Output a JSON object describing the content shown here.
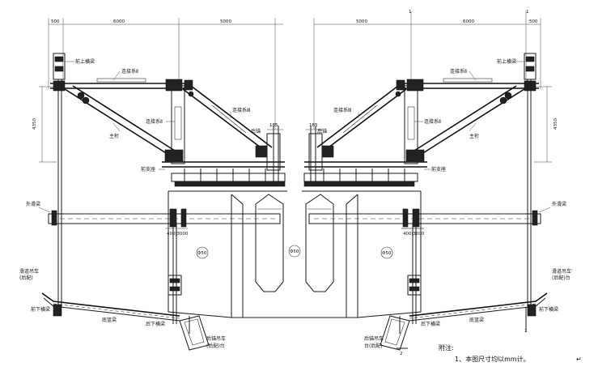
{
  "dimensions": {
    "top_left": [
      "500",
      "6000",
      "5000"
    ],
    "top_right": [
      "5000",
      "6000",
      "500"
    ],
    "height_left": "4350",
    "height_right": "4350",
    "pin_gap_left": "185",
    "pin_gap_right": "185",
    "anchor_left": "400|3000",
    "anchor_right": "400|3000"
  },
  "labels_left": {
    "front_upper_beam": "前上横梁",
    "link_system_1": "连接系Ⅱ",
    "link_system_2": "连接系Ⅱ",
    "link_system_3": "连接系Ⅲ",
    "main_truss": "主桁",
    "front_support": "前支座",
    "rear_anchor": "后锚",
    "outer_slide_beam": "外滑梁",
    "hanger_hook": "滑道吊车",
    "hanger_hook_sub": "(后配)",
    "front_lower_beam": "前下横梁",
    "bottom_basket_beam": "底篮梁",
    "rear_lower_beam": "后下横梁",
    "rear_anchor_car": "后锚吊车",
    "rear_anchor_car_sub": "(后配)台"
  },
  "labels_right": {
    "front_upper_beam": "前上横梁",
    "link_system_1": "连接系Ⅱ",
    "link_system_2": "连接系Ⅱ",
    "link_system_3": "连接系Ⅲ",
    "main_truss": "主桁",
    "front_support": "前支座",
    "rear_anchor": "后锚",
    "outer_slide_beam": "外滑梁",
    "hanger_hook": "滑道吊车",
    "hanger_hook_sub": "(后配)台",
    "front_lower_beam": "前下横梁",
    "bottom_basket_beam": "底篮梁",
    "rear_lower_beam": "后下横梁",
    "rear_anchor_car": "后锚吊车",
    "rear_anchor_car_sub": "台(后配)"
  },
  "circle_marks": [
    "Φ50",
    "Φ50",
    "Φ50"
  ],
  "section_marks": [
    "1",
    "1",
    "2",
    "1"
  ],
  "notes": {
    "title": "附注:",
    "line1": "1、本图尺寸均以mm计。",
    "return_glyph": "↵"
  }
}
